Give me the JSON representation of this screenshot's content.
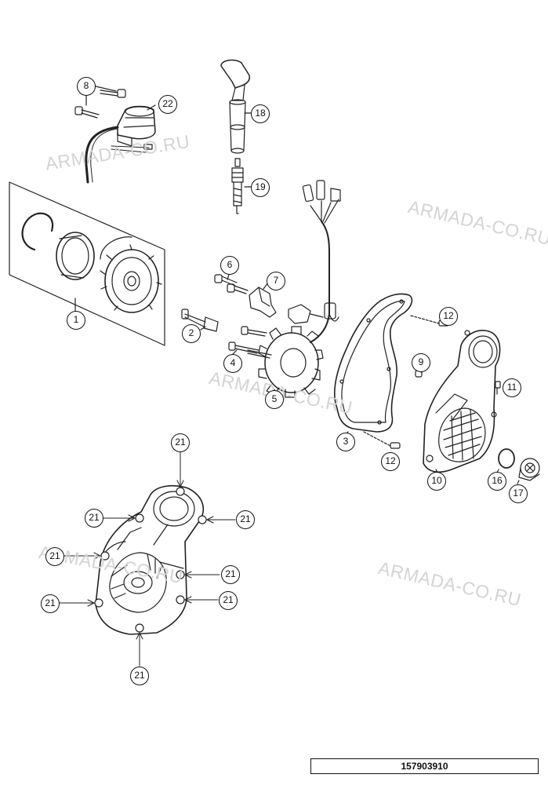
{
  "watermark": "ARMADA-CO.RU",
  "part_number": "157903910",
  "callouts": [
    "8",
    "22",
    "18",
    "19",
    "1",
    "6",
    "7",
    "2",
    "4",
    "5",
    "12",
    "9",
    "11",
    "3",
    "12",
    "10",
    "16",
    "17",
    "21",
    "21",
    "21",
    "21",
    "21",
    "21",
    "21",
    "21"
  ]
}
